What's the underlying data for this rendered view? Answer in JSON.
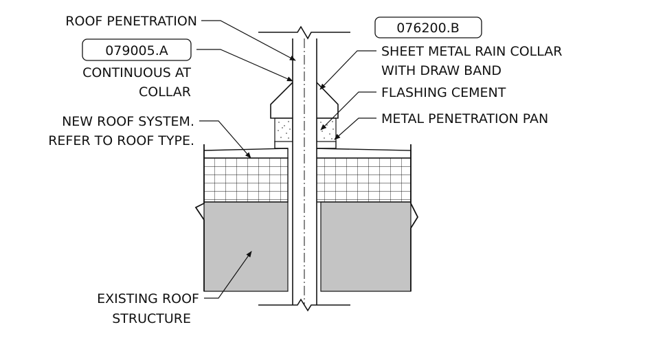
{
  "labels": {
    "roof_penetration": "ROOF PENETRATION",
    "continuous_line1": "CONTINUOUS AT",
    "continuous_line2": "COLLAR",
    "new_roof_line1": "NEW ROOF SYSTEM.",
    "new_roof_line2": "REFER TO ROOF TYPE.",
    "existing_line1": "EXISTING ROOF",
    "existing_line2": "STRUCTURE",
    "rain_collar_line1": "SHEET METAL RAIN COLLAR",
    "rain_collar_line2": "WITH DRAW BAND",
    "flashing_cement": "FLASHING CEMENT",
    "penetration_pan": "METAL PENETRATION PAN"
  },
  "tags": {
    "left": "079005.A",
    "right": "076200.B"
  },
  "colors": {
    "line": "#111111",
    "structure_fill": "#c4c4c4",
    "background": "#ffffff"
  }
}
